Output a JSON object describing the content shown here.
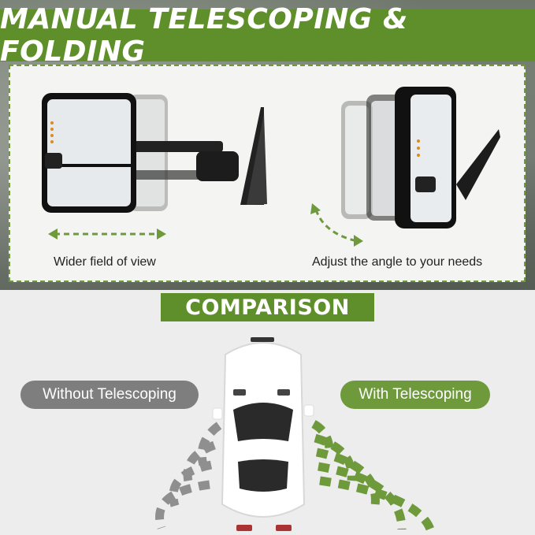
{
  "header": {
    "title": "MANUAL TELESCOPING & FOLDING"
  },
  "mirror_panel": {
    "left_caption": "Wider field of view",
    "right_caption": "Adjust the angle to your needs"
  },
  "comparison": {
    "title": "COMPARISON",
    "without_label": "Without Telescoping",
    "with_label": "With Telescoping"
  },
  "colors": {
    "brand_green": "#5f8f2a",
    "pill_gray": "#7e7e7e",
    "pill_green": "#6e9a3c"
  }
}
